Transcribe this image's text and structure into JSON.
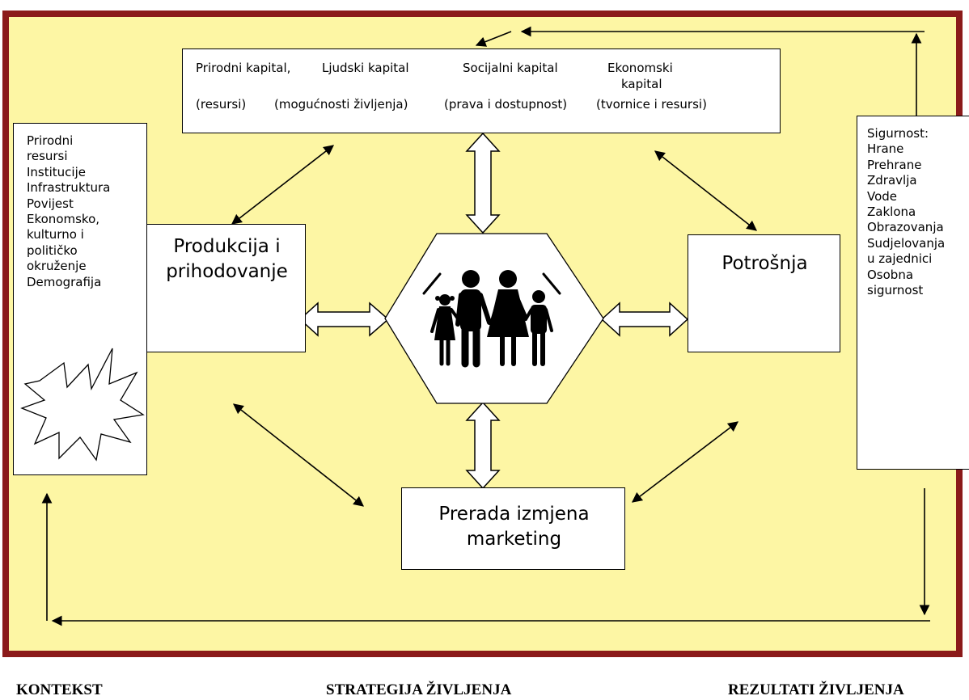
{
  "capitals": {
    "natural": "Prirodni kapital,",
    "human": "Ljudski  kapital",
    "social": "Socijalni kapital",
    "economic_line1": "Ekonomski",
    "economic_line2": "kapital",
    "natural_note": "(resursi)",
    "human_note": "(mogućnosti  življenja)",
    "social_note": "(prava  i  dostupnost)",
    "economic_note": "(tvornice  i  resursi)"
  },
  "context": {
    "items": [
      "Prirodni",
      "resursi",
      "Institucije",
      "Infrastruktura",
      "Povijest",
      "Ekonomsko,",
      "kulturno i",
      "političko",
      "okruženje",
      "Demografija"
    ]
  },
  "production": {
    "line1": "Produkcija  i",
    "line2": "prihodovanje"
  },
  "consumption": {
    "label": "Potrošnja"
  },
  "processing": {
    "line1": "Prerada  izmjena",
    "line2": "marketing"
  },
  "outcomes": {
    "items": [
      "Sigurnost:",
      "Hrane",
      "Prehrane",
      "Zdravlja",
      "Vode",
      "Zaklona",
      "Obrazovanja",
      "Sudjelovanja",
      "u zajednici",
      "Osobna",
      "sigurnost"
    ]
  },
  "footer": {
    "context": "KONTEKST",
    "strategy": "STRATEGIJA ŽIVLJENJA",
    "outcomes": "REZULTATI ŽIVLJENJA"
  },
  "icons": {
    "family": "family-icon",
    "shock": "starburst-icon"
  },
  "colors": {
    "background": "#fdf6a4",
    "border": "#8b1a1a"
  }
}
